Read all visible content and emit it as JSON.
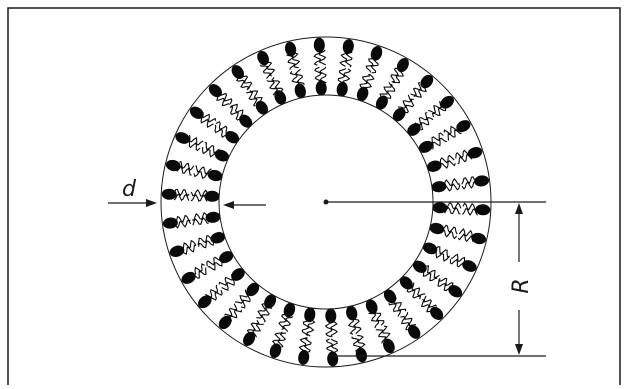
{
  "diagram": {
    "labels": {
      "thickness": "d",
      "radius": "R"
    },
    "colors": {
      "stroke": "#1a1a1a",
      "head": "#0a0a0a",
      "background": "#ffffff"
    },
    "bilayer": {
      "lipid_count": 34
    }
  }
}
